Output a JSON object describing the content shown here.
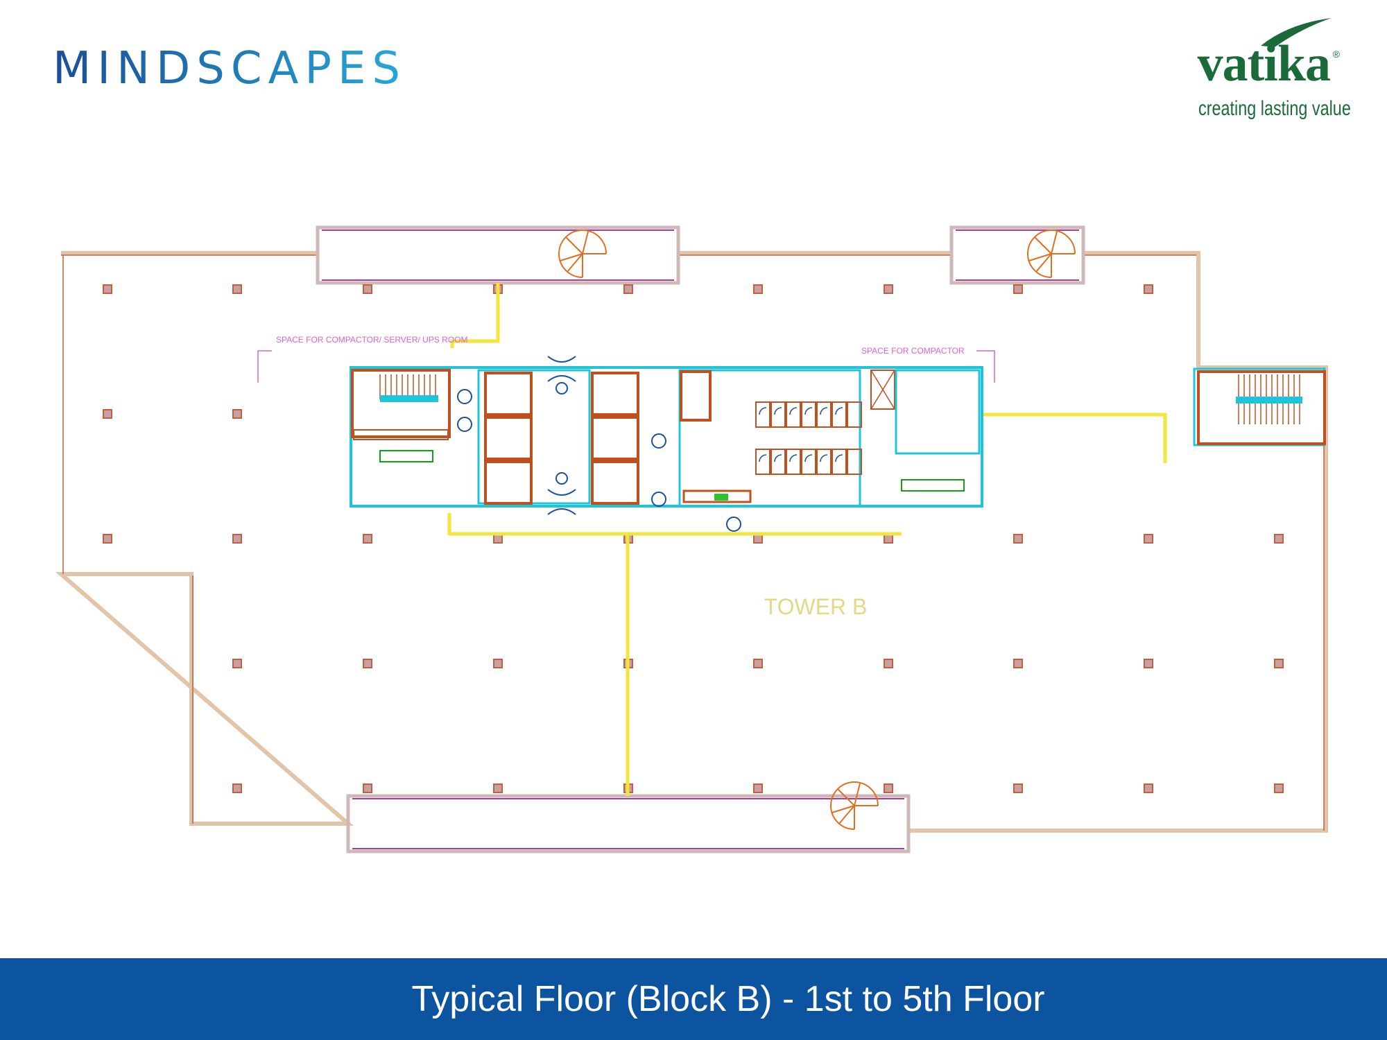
{
  "brand": {
    "left_logo": "MINDSCAPES",
    "right_logo_name": "vatika",
    "right_logo_mark": "®",
    "right_logo_tagline": "creating lasting value",
    "colors": {
      "mindscapes": "#1d4e96",
      "vatika": "#1b6b3a",
      "footer": "#0d54a0"
    }
  },
  "plan": {
    "tower_label": "TOWER B",
    "note_left": "SPACE FOR COMPACTOR/ SERVER/ UPS ROOM",
    "note_right": "SPACE FOR COMPACTOR",
    "colors": {
      "outline": "#e0c0a0",
      "core": "#20c4d8",
      "structure": "#c0501e",
      "walkway": "#f2e63c",
      "notes": "#e060d0"
    }
  },
  "footer": {
    "title": "Typical Floor (Block B) - 1st  to 5th Floor"
  }
}
